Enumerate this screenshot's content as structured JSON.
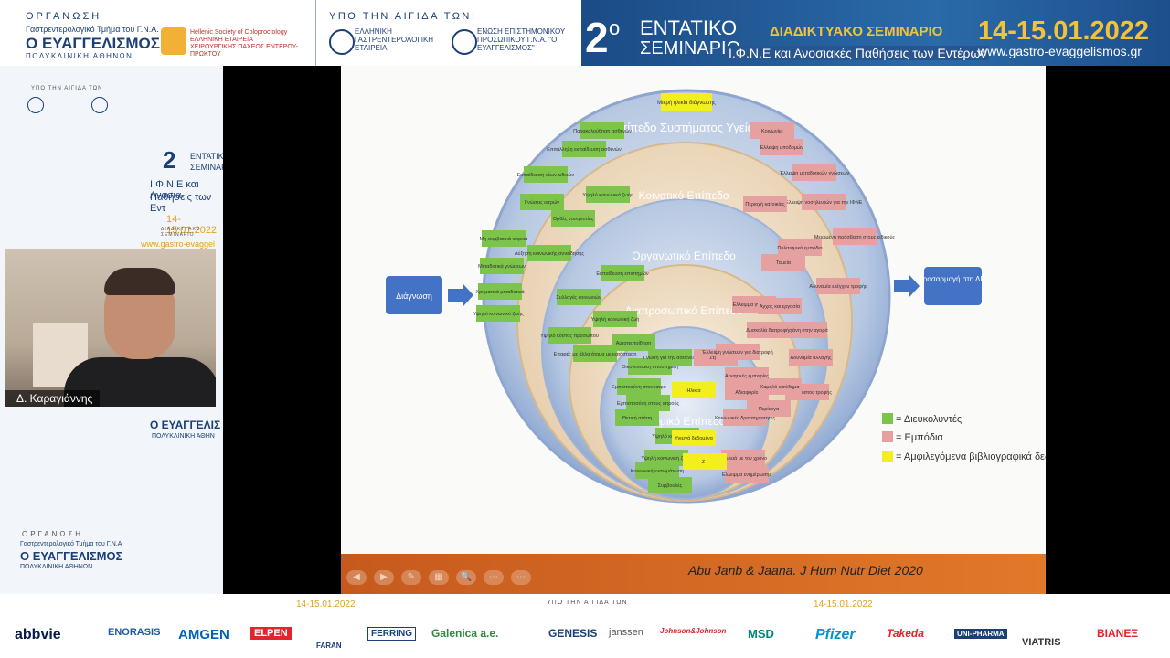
{
  "header": {
    "organizer_label": "ΟΡΓΑΝΩΣΗ",
    "dept_line": "Γαστρεντερολογικό Τμήμα του Γ.Ν.Α.",
    "hospital_name": "Ο ΕΥΑΓΓΕΛΙΣΜΟΣ",
    "polyclinic": "ΠΟΛΥΚΛΙΝΙΚΗ ΑΘΗΝΩΝ",
    "hsc_text": "Hellenic Society of Coloproctology ΕΛΛΗΝΙΚΗ ΕΤΑΙΡΕΙΑ ΧΕΙΡΟΥΡΓΙΚΗΣ ΠΑΧΕΟΣ ΕΝΤΕΡΟΥ-ΠΡΩΚΤΟΥ",
    "aegis_title": "ΥΠΟ ΤΗΝ ΑΙΓΙΔΑ ΤΩΝ:",
    "aegis_1": "ΕΛΛΗΝΙΚΗ ΓΑΣΤΡΕΝΤΕΡΟΛΟΓΙΚΗ ΕΤΑΙΡΕΙΑ",
    "aegis_2": "ΕΝΩΣΗ ΕΠΙΣΤΗΜΟΝΙΚΟΥ ΠΡΟΣΩΠΙΚΟΥ Γ.Ν.Α. \"Ο ΕΥΑΓΓΕΛΙΣΜΟΣ\"",
    "banner_num": "2",
    "banner_sup": "ο",
    "banner_ent": "ΕΝΤΑΤΙΚΟ",
    "banner_sem": "ΣΕΜΙΝΑΡΙΟ",
    "banner_online": "ΔΙΑΔΙΚΤΥΑΚΟ ΣΕΜΙΝΑΡΙΟ",
    "banner_topic": "Ι.Φ.Ν.Ε και Ανοσιακές Παθήσεις των Εντέρων",
    "banner_date": "14-15.01.2022",
    "banner_url": "www.gastro-evaggelismos.gr"
  },
  "left_panel": {
    "aegis_small": "ΥΠΟ ΤΗΝ ΑΙΓΙΔΑ ΤΩΝ",
    "num": "2",
    "entatiko": "ΕΝΤΑΤΙΚ",
    "seminario": "ΣΕΜΙΝΑΡ",
    "topic1": "Ι.Φ.Ν.Ε και Ανοσια",
    "topic2": "Παθήσεις των Εντ",
    "date": "14-15.01.2022",
    "online": "ΔΙΑΔΙΚΤΥΑΚΟ ΣΕΜΙΝΑΡΙΟ",
    "url": "www.gastro-evaggel",
    "hospital": "Ο ΕΥΑΓΓΕΛΙΣ",
    "polyclinic": "ΠΟΛΥΚΛΙΝΙΚΗ ΑΘΗΝ",
    "organizer": "ΟΡΓΑΝΩΣΗ",
    "dept": "Γαστρεντερολογικό Τμήμα του Γ.Ν.Α",
    "hospital2": "Ο ΕΥΑΓΓΕΛΙΣΜΟΣ",
    "polyclinic2": "ΠΟΛΥΚΛΙΝΙΚΗ ΑΘΗΝΩΝ"
  },
  "webcam": {
    "speaker_name": "Δ. Καραγιάννης"
  },
  "slide": {
    "box_left": "Διάγνωση",
    "box_right": "Προσαρμογή στη ΔΕΙ",
    "level_health": "Επίπεδο Συστήματος Υγείας",
    "level_community": "Κοινοτικό Επίπεδο",
    "level_org": "Οργανωτικό Επίπεδο",
    "level_interpersonal": "Διαπροσωπικό Επίπεδο",
    "level_individual": "Ατομικό Επίπεδο",
    "top_label": "Μικρή ηλικία διάγνωσης",
    "green_labels": [
      "Παρακολούθηση ασθενών",
      "Επιτάλληλη εκπαίδευση ασθενών",
      "Εκπαίδευση νέων ειδικών",
      "Γνώσεις ιατρών",
      "Μη συμβατικά ιατρικά",
      "Μεταδοτικά γνώσεων",
      "Χρηματικά μεταδοτικά",
      "Υψηλό κοινωνικό ζωής",
      "Υψηλό κοινωνικό ζωής",
      "Ορθές νοοτροπίες",
      "Αύξηση κοινωνικής συνείδησης",
      "Εκπαίδευση επιστημών",
      "Συλλογές κοινωνιών",
      "Υψηλή κοινωνική ζωή",
      "Υψηλό κόστος προσώπου",
      "Αυτοπεποίθηση",
      "Επαφές με άλλα άτομα με κατάσταση",
      "Οικογενειακή υποστήριξη",
      "Εμπιστοσύνη στον ιατρό",
      "Εμπιστοσύνη στους ιατρούς",
      "Θετική στάση",
      "Γνώση για την ασθένεια",
      "Υψηλό κοινωνικό ζωής",
      "Υψηλή κοινωνική ζωής",
      "Κοινωνική ενσωμάτωση",
      "Συμβουλές"
    ],
    "red_labels": [
      "Κοινωνίες",
      "Έλλειψη υποδομών",
      "Έλλειψη μεταδοτικών γνώσεων",
      "Έλλειψη νοσηλευτών για την ΙΦΝΕ",
      "Μειωμένη πρόσβαση στους ειδικούς",
      "Περιοχή κατοικίας",
      "Πολιτισμικό εμπόδιο",
      "Ελλειμμα γνώσεων",
      "Αδυναμία ελέγχου τροφής",
      "Ταμεία",
      "Άγχος και εργασία",
      "Δαπάνη στην αγορά",
      "Αδυναμία αλλαγής",
      "Υψηλό κόστος τροφής",
      "Στρες",
      "Έλλειψη γνώσεων για διατροφή",
      "Αδιαφορία",
      "Αρνητικές εμπειρίες",
      "Χαμηλό εισόδημα",
      "Δυσκολία διατροφής",
      "Κοινωνικές δραστηριότητες",
      "Περίεργα",
      "Δουλειά με τον χρόνο",
      "Ελλειμμα ενημέρωσης"
    ],
    "yellow_labels": [
      "Ηλικία",
      "Υγιεινά δεδομένα",
      "Ζ-Ι"
    ],
    "legend": {
      "facilitators": "= Διευκολυντές",
      "barriers": "= Εμπόδια",
      "ambiguous": "= Αμφιλεγόμενα βιβλιογραφικά δεδομένα"
    },
    "colors": {
      "green": "#7cc44a",
      "red": "#e6a0a0",
      "yellow": "#f3ee1e"
    },
    "citation": "Abu Janb  & Jaana. J Hum Nutr Diet 2020",
    "controls": [
      "◀",
      "▶",
      "✎",
      "▦",
      "🔍",
      "⋯",
      "⋯"
    ]
  },
  "bottom": {
    "aegis_small": "ΥΠΟ ΤΗΝ ΑΙΓΙΔΑ ΤΩΝ",
    "date1": "14-15.01.2022",
    "date2": "14-15.01.2022",
    "sponsors": [
      "abbvie",
      "ENORASIS",
      "AMGEN",
      "ELPEN",
      "FARAN",
      "FERRING",
      "Galenica a.e.",
      "GENESIS",
      "janssen",
      "Johnson&Johnson",
      "MSD",
      "Pfizer",
      "Takeda",
      "UNI-PHARMA",
      "VIATRIS",
      "ΒΙΑΝΕΞ"
    ]
  }
}
